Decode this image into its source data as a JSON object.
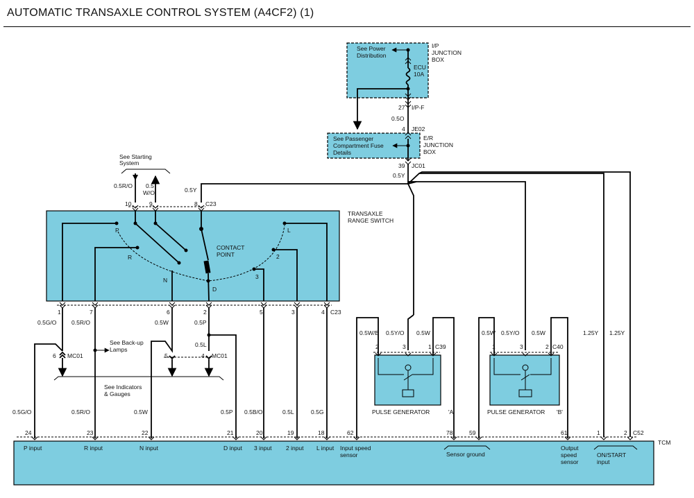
{
  "title": "AUTOMATIC TRANSAXLE CONTROL SYSTEM (A4CF2) (1)",
  "ip_box": {
    "name_lines": [
      "I/P",
      "JUNCTION",
      "BOX"
    ],
    "see_lines": [
      "See Power",
      "Distribution"
    ],
    "fuse_lines": [
      "ECU",
      "10A"
    ],
    "pin": "27",
    "connector": "I/P-F"
  },
  "wire_05o": "0.5O",
  "er_box": {
    "pin_top": "4",
    "connector_top": "JE02",
    "name_lines": [
      "E/R",
      "JUNCTION",
      "BOX"
    ],
    "see_lines": [
      "See Passenger",
      "Compartment Fuse",
      "Details"
    ],
    "pin_bottom": "39",
    "connector_bottom": "JC01"
  },
  "wire_05y_top": "0.5Y",
  "starting": {
    "see_lines": [
      "See Starting",
      "System"
    ],
    "wire1": "0.5R/O",
    "wire2_lines": [
      "0.5",
      "W/O"
    ],
    "wire3": "0.5Y",
    "pins": [
      "10",
      "9",
      "8"
    ],
    "connector": "C23"
  },
  "range_switch": {
    "name_lines": [
      "TRANSAXLE",
      "RANGE SWITCH"
    ],
    "positions": [
      "P",
      "R",
      "N",
      "D",
      "3",
      "2",
      "L"
    ],
    "contact_lines": [
      "CONTACT",
      "POINT"
    ],
    "bottom_pins": [
      "1",
      "7",
      "6",
      "2",
      "5",
      "3",
      "4"
    ],
    "bottom_connector": "C23"
  },
  "mid_wires": [
    "0.5G/O",
    "0.5R/O",
    "0.5W",
    "0.5P"
  ],
  "mc01": {
    "pin_left": "6",
    "connector": "MC01",
    "backup_lines": [
      "See Back-up",
      "Lamps"
    ],
    "pin_5": "5",
    "pin_4": "4",
    "connector_right": "MC01",
    "wire_05l": "0.5L",
    "indicators_lines": [
      "See Indicators",
      "& Gauges"
    ]
  },
  "pulse_a": {
    "wires": [
      "0.5W/B",
      "0.5Y/O",
      "0.5W"
    ],
    "pins": [
      "2",
      "3",
      "1"
    ],
    "connector": "C39",
    "label": "PULSE GENERATOR",
    "tag": "'A'"
  },
  "pulse_b": {
    "wires": [
      "0.5W",
      "0.5Y/O",
      "0.5W"
    ],
    "pins": [
      "1",
      "3",
      "2"
    ],
    "connector": "C40",
    "label": "PULSE GENERATOR",
    "tag": "'B'"
  },
  "right_wires": [
    "1.25Y",
    "1.25Y"
  ],
  "tcm_wires": [
    "0.5G/O",
    "0.5R/O",
    "0.5W",
    "0.5P",
    "0.5B/O",
    "0.5L",
    "0.5G"
  ],
  "tcm": {
    "name": "TCM",
    "connector": "C52",
    "pins": [
      "24",
      "23",
      "22",
      "21",
      "20",
      "19",
      "18",
      "62",
      "78",
      "59",
      "61",
      "1",
      "2"
    ],
    "inputs": {
      "p": "P input",
      "r": "R input",
      "n": "N input",
      "d": "D input",
      "three": "3 input",
      "two": "2 input",
      "l": "L input",
      "speed_lines": [
        "Input speed",
        "sensor"
      ],
      "ground": "Sensor ground",
      "output_lines": [
        "Output",
        "speed",
        "sensor"
      ],
      "onstart_lines": [
        "ON/START",
        "input"
      ]
    }
  }
}
